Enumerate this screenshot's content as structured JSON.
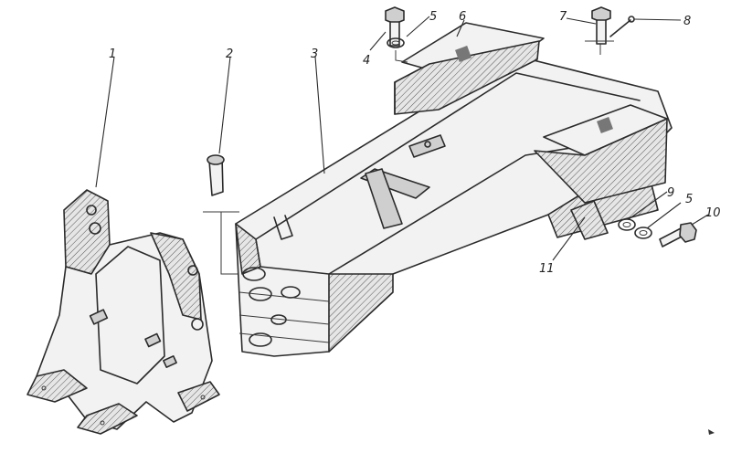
{
  "callouts": [
    {
      "id": "1",
      "label": "1"
    },
    {
      "id": "2",
      "label": "2"
    },
    {
      "id": "3",
      "label": "3"
    },
    {
      "id": "4",
      "label": "4"
    },
    {
      "id": "5a",
      "label": "5"
    },
    {
      "id": "6",
      "label": "6"
    },
    {
      "id": "7",
      "label": "7"
    },
    {
      "id": "8",
      "label": "8"
    },
    {
      "id": "9",
      "label": "9"
    },
    {
      "id": "5b",
      "label": "5"
    },
    {
      "id": "10",
      "label": "10"
    },
    {
      "id": "11",
      "label": "11"
    }
  ],
  "colors": {
    "ink": "#2b2b2b",
    "paper": "#ffffff"
  }
}
